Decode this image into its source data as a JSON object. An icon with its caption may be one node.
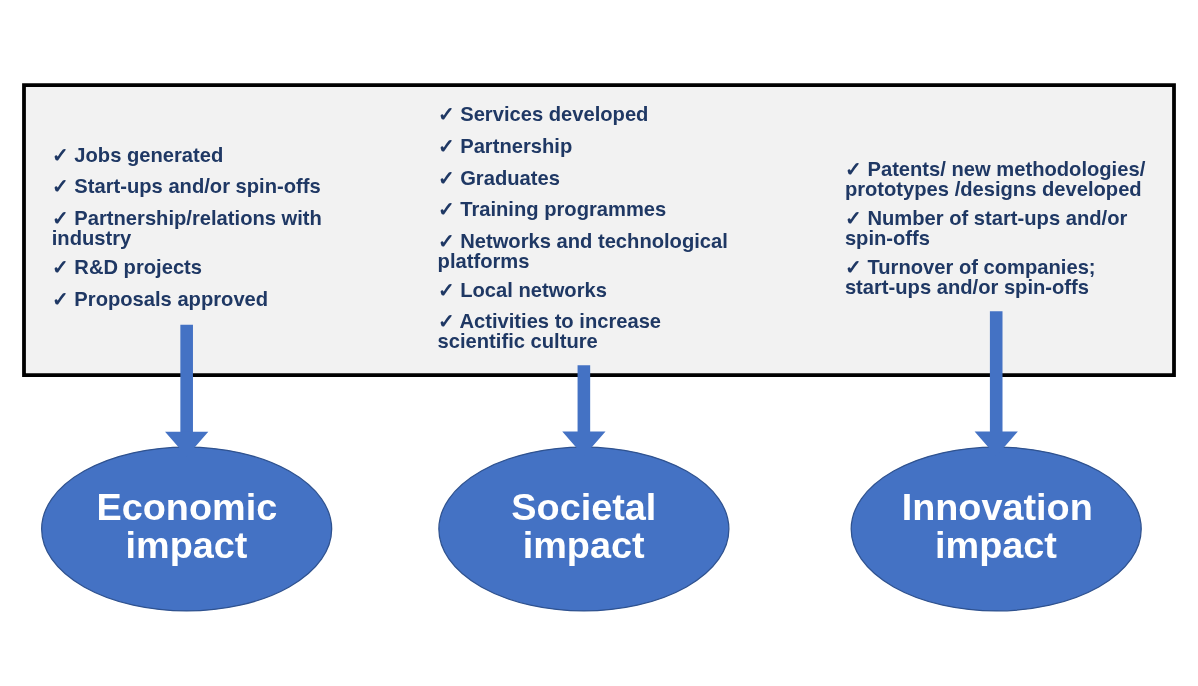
{
  "diagram": {
    "nodes": [
      {
        "text": [],
        "shape": "box"
      },
      {
        "text": [
          "✓ Jobs generated",
          "✓ Start-ups and/or spin-offs",
          "✓ Partnership/relations with industry",
          "✓ R&D projects",
          "✓ Proposals approved"
        ],
        "in": 0
      },
      {
        "text": [
          "✓ Services developed",
          "✓ Partnership",
          "✓ Graduates",
          "✓ Training programmes",
          "✓ Networks and technological platforms",
          "✓ Local networks",
          "✓ Activities to increase scientific culture"
        ],
        "in": 0
      },
      {
        "text": [
          "✓ Patents/ new methodologies/ prototypes /designs developed",
          "✓ Number of start-ups and/or spin-offs",
          "✓ Turnover of companies; start-ups and/or spin-offs"
        ],
        "in": 0
      },
      {
        "text": [
          "Economic impact"
        ]
      },
      {
        "text": [
          "Societal impact"
        ]
      },
      {
        "text": [
          "Innovation impact"
        ]
      }
    ],
    "edges": [
      {
        "from": 1,
        "to": 4,
        "arrow": "to"
      },
      {
        "from": 2,
        "to": 5,
        "arrow": "to"
      },
      {
        "from": 3,
        "to": 6,
        "arrow": "to"
      }
    ]
  }
}
